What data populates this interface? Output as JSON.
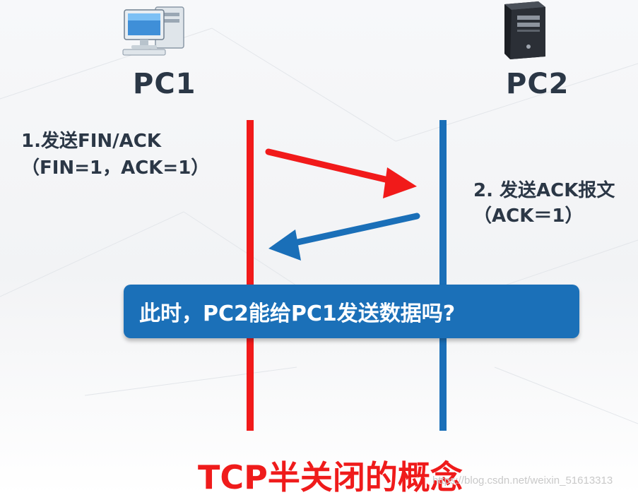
{
  "hosts": {
    "pc1": {
      "label": "PC1",
      "icon": "desktop-computer-icon"
    },
    "pc2": {
      "label": "PC2",
      "icon": "server-tower-icon"
    }
  },
  "steps": {
    "step1_title": "1.发送FIN/ACK",
    "step1_detail": "（FIN=1，ACK=1）",
    "step2_title": "2. 发送ACK报文",
    "step2_detail": "（ACK＝1）"
  },
  "callout": {
    "text": "此时，PC2能给PC1发送数据吗?"
  },
  "title": "TCP半关闭的概念",
  "watermark": "https://blog.csdn.net/weixin_51613313",
  "colors": {
    "pc1_line": "#f11a1a",
    "pc2_line": "#1a6fb8",
    "title_red": "#ef1b1b",
    "callout_blue": "#1b70b8",
    "label_text": "#2b3746"
  }
}
